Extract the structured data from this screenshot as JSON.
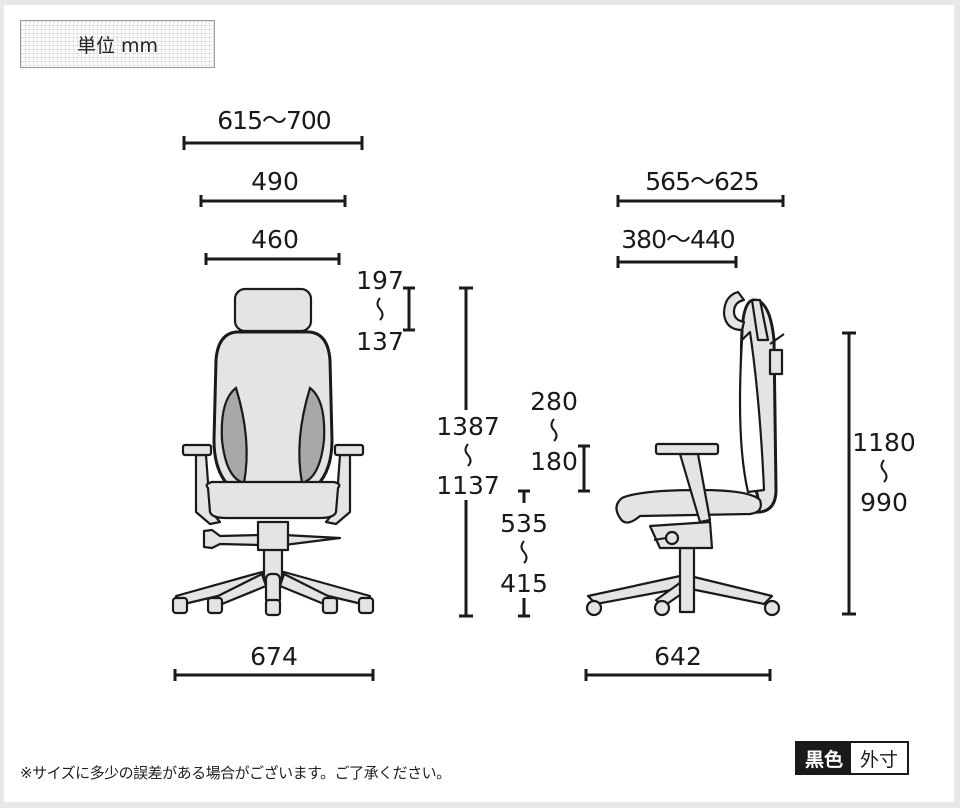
{
  "unit_label": "単位 mm",
  "front_view": {
    "overall_width": "615〜700",
    "armrest_width": "490",
    "seat_width": "460",
    "headrest_adjust_top": "197",
    "headrest_adjust_bottom": "137",
    "total_height_top": "1387",
    "total_height_bottom": "1137",
    "armrest_height_top": "280",
    "armrest_height_bottom": "180",
    "seat_height_top": "535",
    "seat_height_bottom": "415",
    "base_width": "674"
  },
  "side_view": {
    "overall_depth": "565〜625",
    "seat_depth": "380〜440",
    "height_top": "1180",
    "height_bottom": "990",
    "base_depth": "642"
  },
  "range_symbol": "〜",
  "footnote": "※サイズに多少の誤差がある場合がございます。ご了承ください。",
  "legend": {
    "color_label": "黒色",
    "type_label": "外寸"
  },
  "colors": {
    "line": "#1a1a1a",
    "chair_fill": "#e4e4e4",
    "mesh_fill": "#a8a8a8",
    "background": "#ffffff",
    "frame": "#e8e8e8"
  }
}
